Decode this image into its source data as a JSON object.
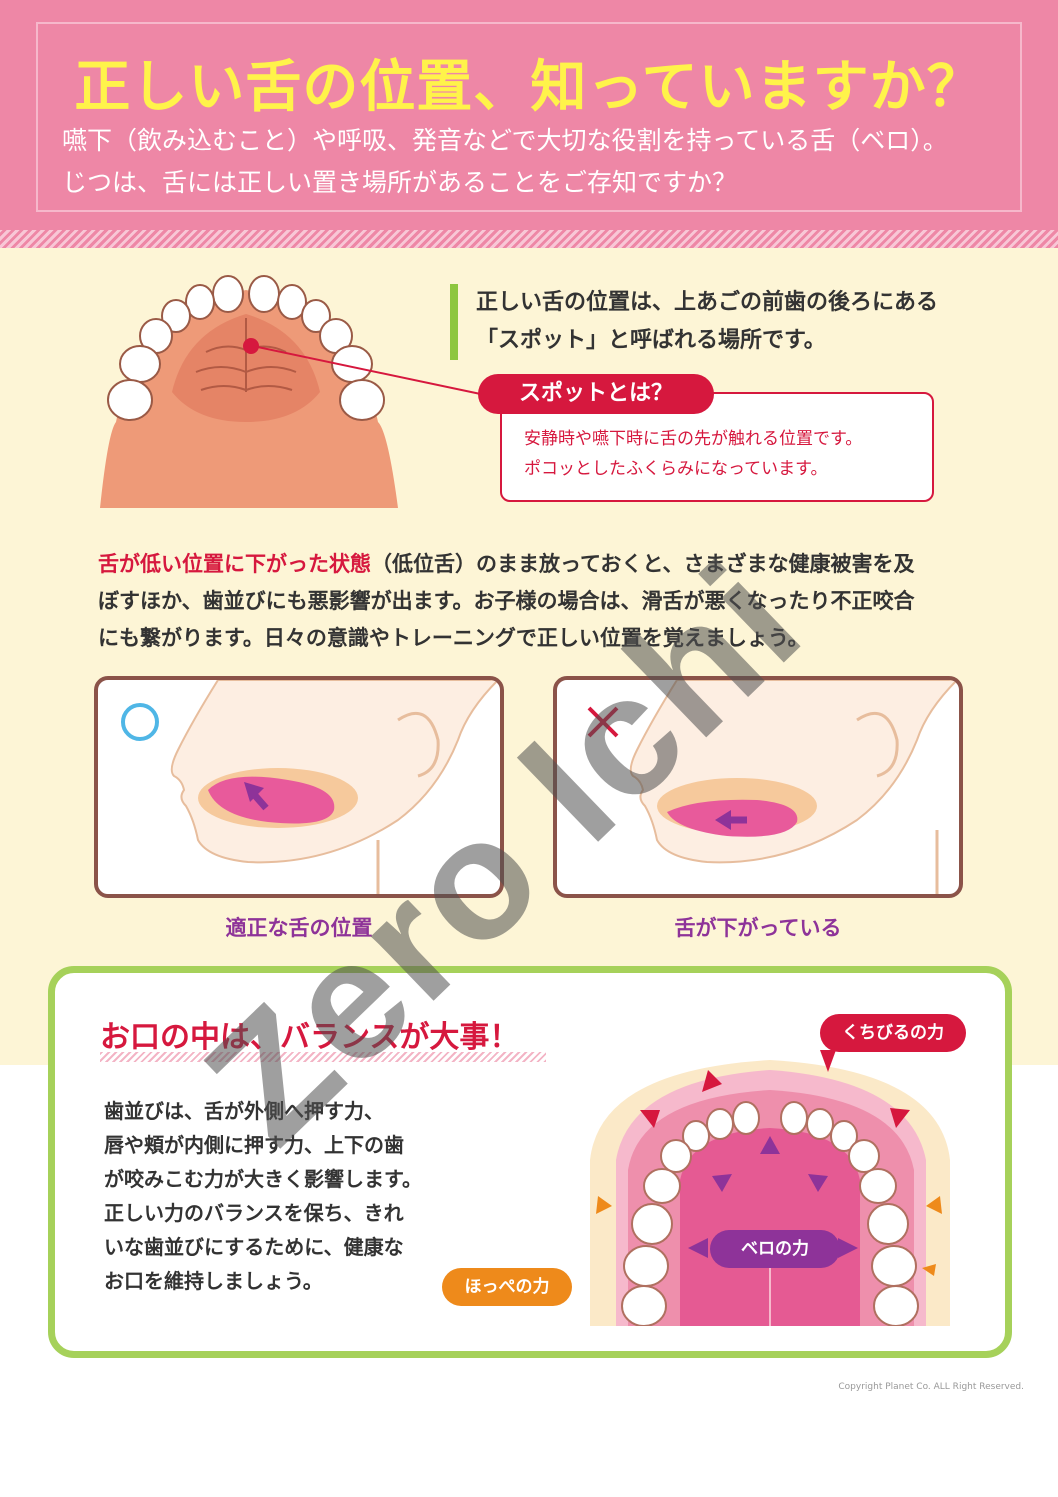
{
  "header": {
    "title": "正しい舌の位置、知っていますか？",
    "intro": [
      "嚥下（飲み込むこと）や呼吸、発音などで大切な役割を持っている舌（ベロ）。",
      "じつは、舌には正しい置き場所があることをご存知ですか？"
    ]
  },
  "spot": {
    "heading": [
      "正しい舌の位置は、上あごの前歯の後ろにある",
      "「スポット」と呼ばれる場所です。"
    ],
    "label": "スポットとは？",
    "description": [
      "安静時や嚥下時に舌の先が触れる位置です。",
      "ポコッとしたふくらみになっています。"
    ]
  },
  "warning": {
    "highlight": "舌が低い位置に下がった状態",
    "line1_rest": "（低位舌）のまま放っておくと、さまざまな健康被害を及",
    "line2": "ぼすほか、歯並びにも悪影響が出ます。お子様の場合は、滑舌が悪くなったり不正咬合",
    "line3": "にも繋がります。日々の意識やトレーニングで正しい位置を覚えましょう。"
  },
  "panels": {
    "correct": {
      "mark": "○",
      "caption": "適正な舌の位置"
    },
    "incorrect": {
      "mark": "×",
      "caption": "舌が下がっている"
    }
  },
  "balance": {
    "title": "お口の中は、バランスが大事！",
    "text": [
      "歯並びは、舌が外側へ押す力、",
      "唇や頬が内側に押す力、上下の歯",
      "が咬みこむ力が大きく影響します。",
      "正しい力のバランスを保ち、きれ",
      "いな歯並びにするために、健康な",
      "お口を維持しましょう。"
    ],
    "labels": {
      "lip_force": "くちびるの力",
      "cheek_force": "ほっぺの力",
      "tongue_force": "ベロの力"
    }
  },
  "watermark": "Zero Ichi",
  "copyright": "Copyright Planet Co. ALL Right Reserved.",
  "colors": {
    "header_pink": "#ee87a6",
    "title_yellow": "#fff34a",
    "cream_background": "#fdf5d6",
    "accent_red": "#d6183e",
    "accent_green": "#8dc63f",
    "caption_purple": "#8e3399",
    "cheek_orange": "#ee8a1b"
  }
}
